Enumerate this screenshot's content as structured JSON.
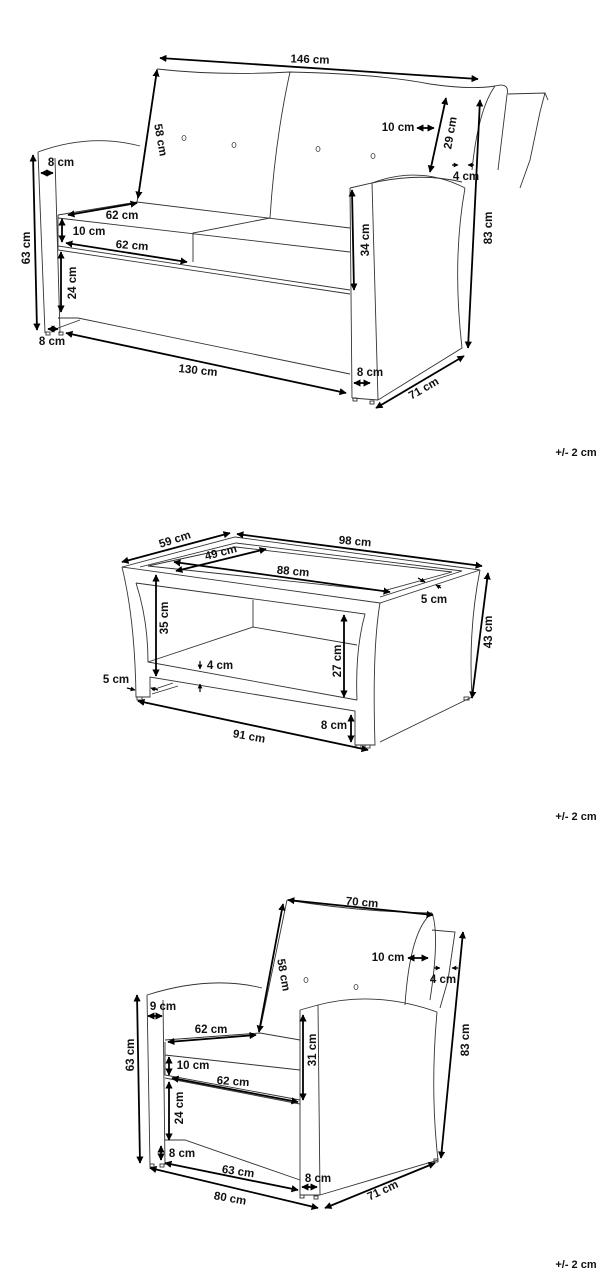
{
  "sofa": {
    "labels": [
      "146 cm",
      "58 cm",
      "10 cm",
      "29 cm",
      "4 cm",
      "8 cm",
      "63 cm",
      "62 cm",
      "10 cm",
      "62 cm",
      "24 cm",
      "34 cm",
      "83 cm",
      "8 cm",
      "130 cm",
      "8 cm",
      "71 cm"
    ],
    "tolerance": "+/- 2 cm"
  },
  "table": {
    "labels": [
      "59 cm",
      "98 cm",
      "49 cm",
      "88 cm",
      "5 cm",
      "35 cm",
      "43 cm",
      "4 cm",
      "27 cm",
      "5 cm",
      "91 cm",
      "8 cm"
    ],
    "tolerance": "+/- 2 cm"
  },
  "chair": {
    "labels": [
      "70 cm",
      "58 cm",
      "10 cm",
      "4 cm",
      "9 cm",
      "62 cm",
      "31 cm",
      "83 cm",
      "63 cm",
      "10 cm",
      "62 cm",
      "24 cm",
      "8 cm",
      "63 cm",
      "8 cm",
      "80 cm",
      "71 cm"
    ],
    "tolerance": "+/- 2 cm"
  }
}
